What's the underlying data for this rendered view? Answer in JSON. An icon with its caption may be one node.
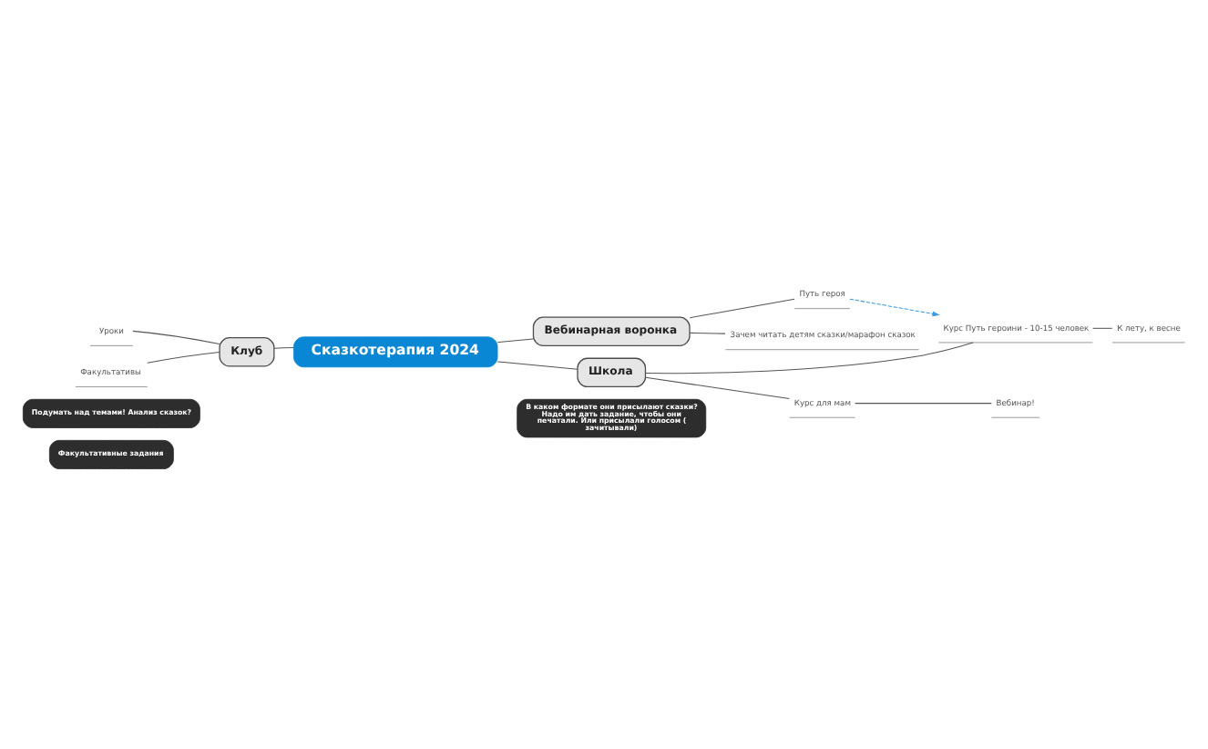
{
  "diagram": {
    "nodes": [
      {
        "text": [
          "Сказкотерапия 2024"
        ]
      },
      {
        "text": [
          "Вебинарная воронка"
        ]
      },
      {
        "text": [
          "Путь героя"
        ]
      },
      {
        "text": [
          "Зачем читать детям сказки/марафон сказок"
        ]
      },
      {
        "text": [
          "Школа"
        ]
      },
      {
        "text": [
          "Курс Путь героини - 10-15 человек"
        ]
      },
      {
        "text": [
          "К лету, к весне"
        ]
      },
      {
        "text": [
          "Курс для мам"
        ]
      },
      {
        "text": [
          "Вебинар!"
        ]
      },
      {
        "text": [
          "Клуб"
        ]
      },
      {
        "text": [
          "Уроки"
        ]
      },
      {
        "text": [
          "Факультативы"
        ]
      },
      {
        "text": [
          "В каком формате они присылают сказки? Надо им дать задание, чтобы они печатали. Или присылали голосом ( зачитывали)"
        ]
      },
      {
        "text": [
          "Подумать над темами! Анализ сказок?"
        ]
      },
      {
        "text": [
          "Факультативные задания"
        ]
      }
    ],
    "edges": [
      {
        "from": 0,
        "to": 1,
        "arrow": "none"
      },
      {
        "from": 1,
        "to": 2,
        "arrow": "none"
      },
      {
        "from": 1,
        "to": 3,
        "arrow": "none"
      },
      {
        "from": 0,
        "to": 4,
        "arrow": "none"
      },
      {
        "from": 4,
        "to": 5,
        "arrow": "none"
      },
      {
        "from": 5,
        "to": 6,
        "arrow": "none"
      },
      {
        "from": 4,
        "to": 7,
        "arrow": "none"
      },
      {
        "from": 7,
        "to": 8,
        "arrow": "none"
      },
      {
        "from": 0,
        "to": 9,
        "arrow": "none"
      },
      {
        "from": 9,
        "to": 10,
        "arrow": "none"
      },
      {
        "from": 9,
        "to": 11,
        "arrow": "none"
      },
      {
        "from": 2,
        "to": 5,
        "arrow": "to",
        "style": "dashed",
        "color": "#3a9ae0"
      }
    ]
  }
}
